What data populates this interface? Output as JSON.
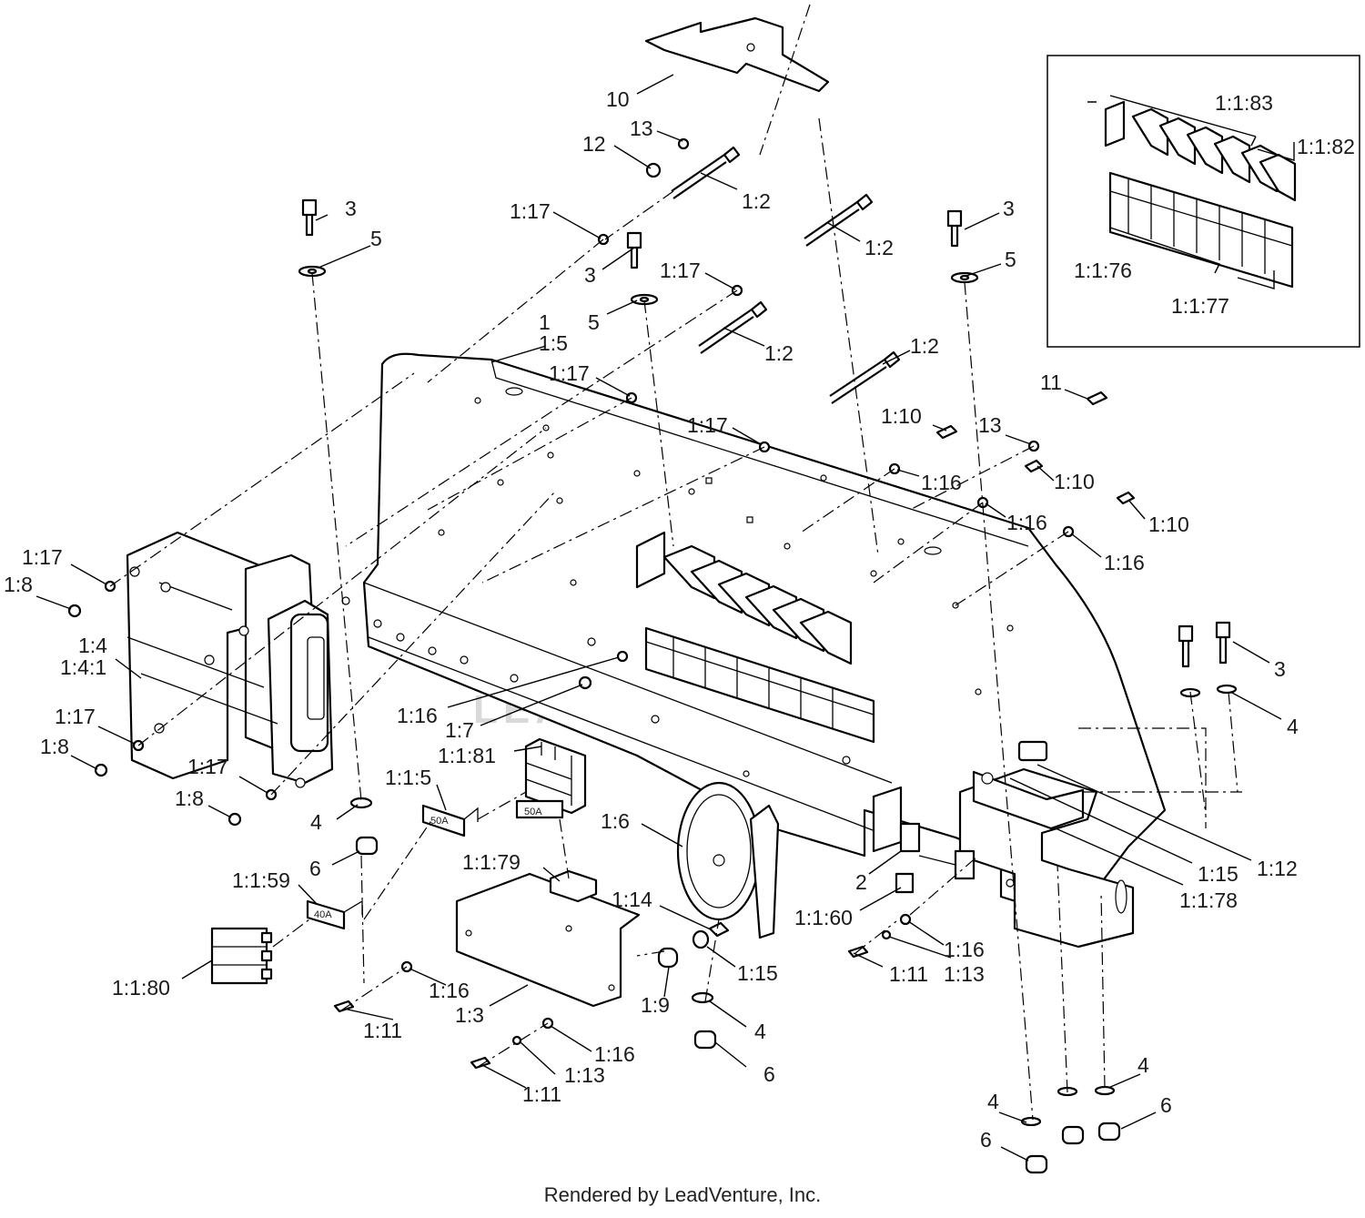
{
  "watermark": "LEADVENTURE",
  "footer": "Rendered by LeadVenture, Inc.",
  "fuse_labels": {
    "f50a_1": "50A",
    "f50a_2": "50A",
    "f40a": "40A"
  },
  "callouts": [
    {
      "id": "c10",
      "text": "10"
    },
    {
      "id": "c13a",
      "text": "13"
    },
    {
      "id": "c12a",
      "text": "12"
    },
    {
      "id": "c12b",
      "text": "1:2"
    },
    {
      "id": "c117a",
      "text": "1:17"
    },
    {
      "id": "c3a",
      "text": "3"
    },
    {
      "id": "c5a",
      "text": "5"
    },
    {
      "id": "c3b",
      "text": "3"
    },
    {
      "id": "c12c",
      "text": "1:2"
    },
    {
      "id": "c117b",
      "text": "1:17"
    },
    {
      "id": "c5b",
      "text": "5"
    },
    {
      "id": "c3c",
      "text": "3"
    },
    {
      "id": "c5c",
      "text": "5"
    },
    {
      "id": "c1",
      "text": "1"
    },
    {
      "id": "c15",
      "text": "1:5"
    },
    {
      "id": "c12d",
      "text": "1:2"
    },
    {
      "id": "c117c",
      "text": "1:17"
    },
    {
      "id": "c12e",
      "text": "1:2"
    },
    {
      "id": "c117d",
      "text": "1:17"
    },
    {
      "id": "c110a",
      "text": "1:10"
    },
    {
      "id": "c13b",
      "text": "13"
    },
    {
      "id": "c11a",
      "text": "11"
    },
    {
      "id": "c116a",
      "text": "1:16"
    },
    {
      "id": "c110b",
      "text": "1:10"
    },
    {
      "id": "c116b",
      "text": "1:16"
    },
    {
      "id": "c110c",
      "text": "1:10"
    },
    {
      "id": "c116c",
      "text": "1:16"
    },
    {
      "id": "c117e",
      "text": "1:17"
    },
    {
      "id": "c18a",
      "text": "1:8"
    },
    {
      "id": "c14",
      "text": "1:4"
    },
    {
      "id": "c141",
      "text": "1:4:1"
    },
    {
      "id": "c117f",
      "text": "1:17"
    },
    {
      "id": "c18b",
      "text": "1:8"
    },
    {
      "id": "c117g",
      "text": "1:17"
    },
    {
      "id": "c18c",
      "text": "1:8"
    },
    {
      "id": "c116d",
      "text": "1:16"
    },
    {
      "id": "c17",
      "text": "1:7"
    },
    {
      "id": "c1181",
      "text": "1:1:81"
    },
    {
      "id": "c115",
      "text": "1:1:5"
    },
    {
      "id": "c4a",
      "text": "4"
    },
    {
      "id": "c6a",
      "text": "6"
    },
    {
      "id": "c1159",
      "text": "1:1:59"
    },
    {
      "id": "c1180",
      "text": "1:1:80"
    },
    {
      "id": "c1179",
      "text": "1:1:79"
    },
    {
      "id": "c16",
      "text": "1:6"
    },
    {
      "id": "c114",
      "text": "1:14"
    },
    {
      "id": "c115b",
      "text": "1:15"
    },
    {
      "id": "c19",
      "text": "1:9"
    },
    {
      "id": "c4b",
      "text": "4"
    },
    {
      "id": "c6b",
      "text": "6"
    },
    {
      "id": "c116e",
      "text": "1:16"
    },
    {
      "id": "c111a",
      "text": "1:11"
    },
    {
      "id": "c13c",
      "text": "1:3"
    },
    {
      "id": "c116f",
      "text": "1:16"
    },
    {
      "id": "c113a",
      "text": "1:13"
    },
    {
      "id": "c111b",
      "text": "1:11"
    },
    {
      "id": "c2",
      "text": "2"
    },
    {
      "id": "c1160",
      "text": "1:1:60"
    },
    {
      "id": "c116g",
      "text": "1:16"
    },
    {
      "id": "c111c",
      "text": "1:11"
    },
    {
      "id": "c113b",
      "text": "1:13"
    },
    {
      "id": "c115c",
      "text": "1:15"
    },
    {
      "id": "c1178",
      "text": "1:1:78"
    },
    {
      "id": "c112",
      "text": "1:12"
    },
    {
      "id": "c3d",
      "text": "3"
    },
    {
      "id": "c4c",
      "text": "4"
    },
    {
      "id": "c4d",
      "text": "4"
    },
    {
      "id": "c6c",
      "text": "6"
    },
    {
      "id": "c4e",
      "text": "4"
    },
    {
      "id": "c6d",
      "text": "6"
    },
    {
      "id": "c1183",
      "text": "1:1:83"
    },
    {
      "id": "c1182",
      "text": "1:1:82"
    },
    {
      "id": "c1176",
      "text": "1:1:76"
    },
    {
      "id": "c1177",
      "text": "1:1:77"
    }
  ]
}
